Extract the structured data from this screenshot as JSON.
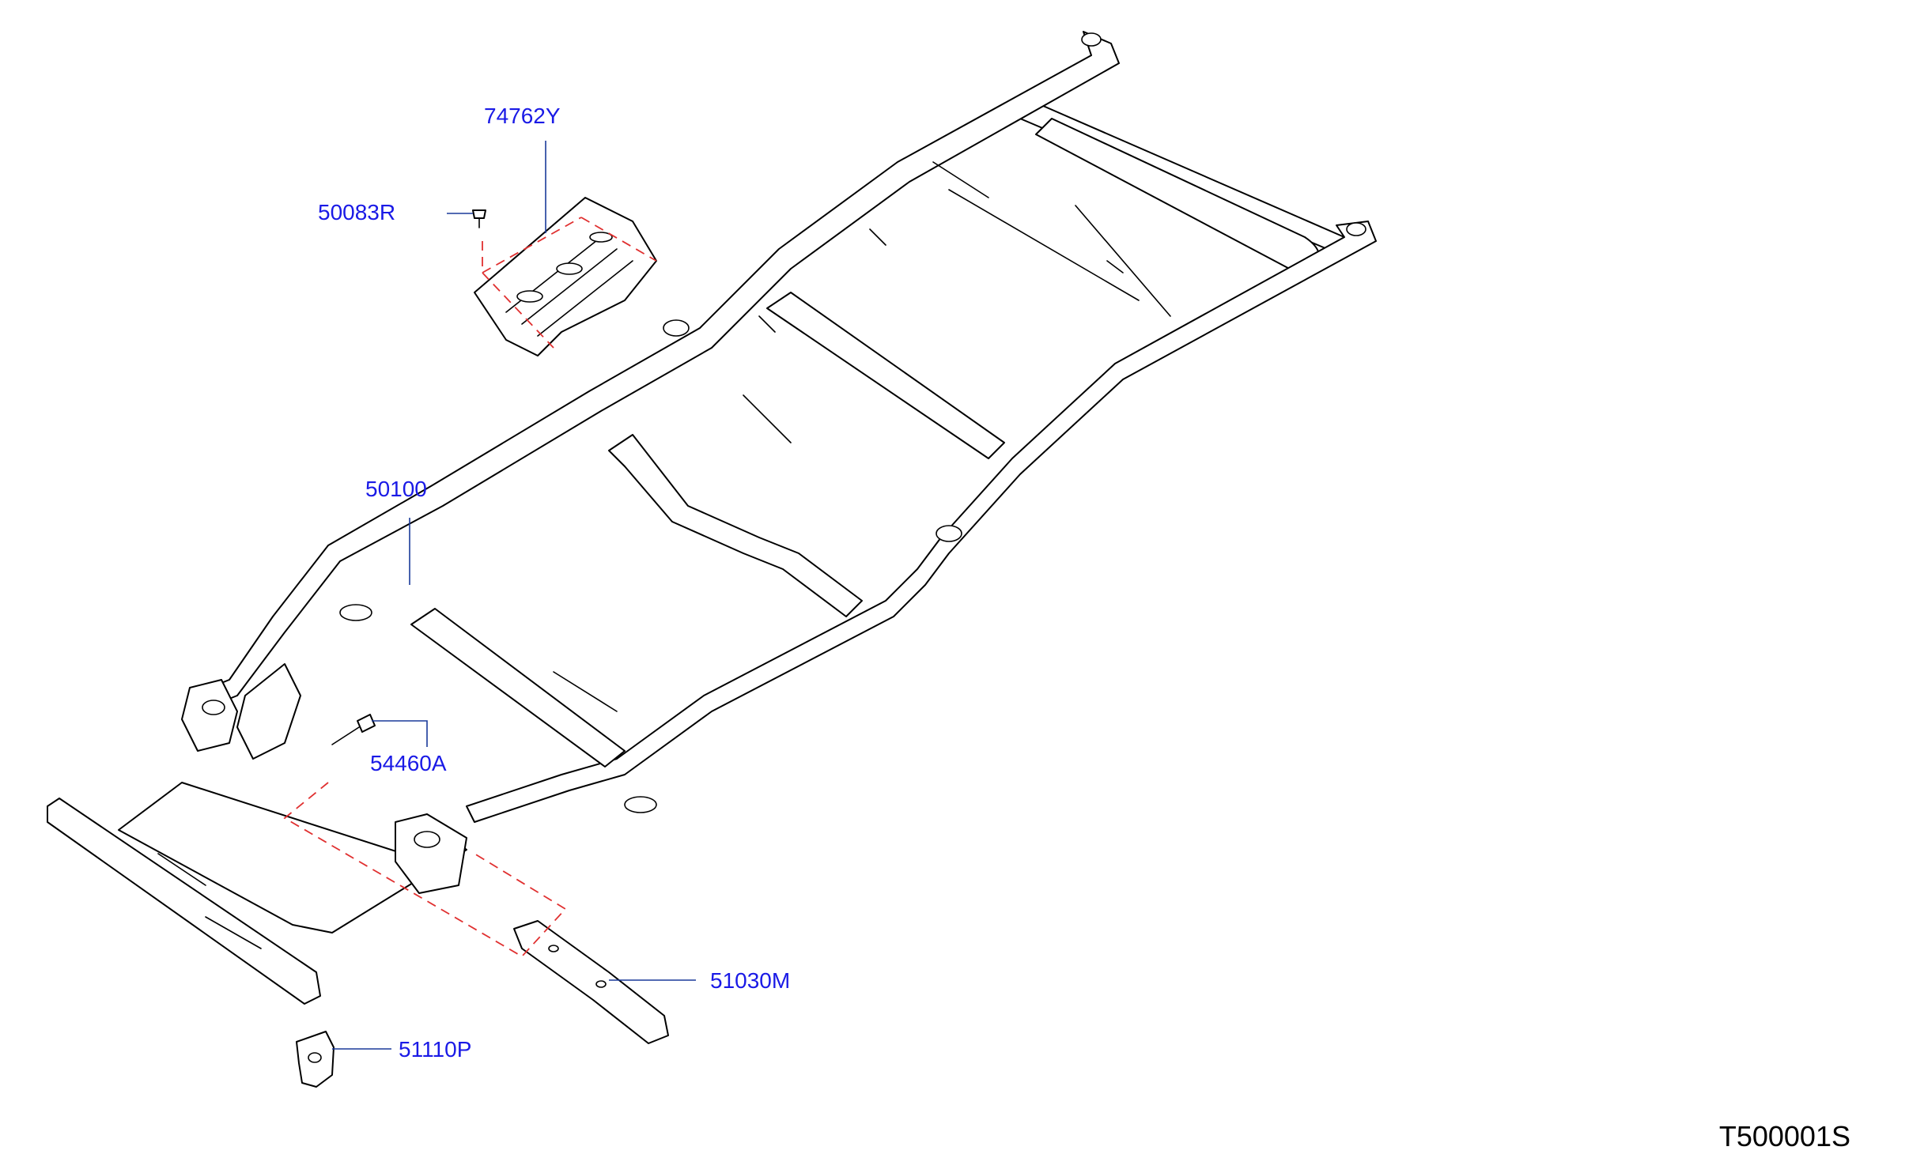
{
  "diagram": {
    "callouts": {
      "p74762y": "74762Y",
      "p50083r": "50083R",
      "p50100": "50100",
      "p54460a": "54460A",
      "p51030m": "51030M",
      "p51110p": "51110P"
    },
    "figure_code": "T500001S",
    "colors": {
      "callout_text": "#1a1ae6",
      "leader_line": "#1a3a9a",
      "assembly_dash": "#e03030",
      "linework": "#000000"
    }
  }
}
